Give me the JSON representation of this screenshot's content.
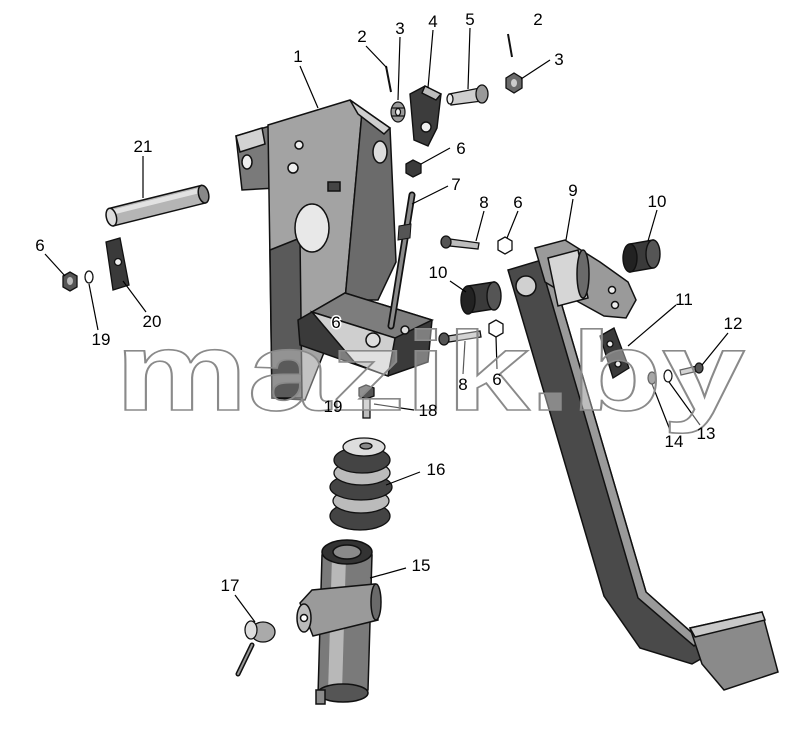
{
  "callouts": [
    "1",
    "2",
    "3",
    "4",
    "5",
    "2",
    "3",
    "6",
    "7",
    "21",
    "8",
    "6",
    "9",
    "10",
    "6",
    "10",
    "11",
    "12",
    "20",
    "19",
    "6",
    "8",
    "6",
    "19",
    "18",
    "14",
    "13",
    "16",
    "15",
    "17"
  ],
  "watermark": "mazik.by"
}
